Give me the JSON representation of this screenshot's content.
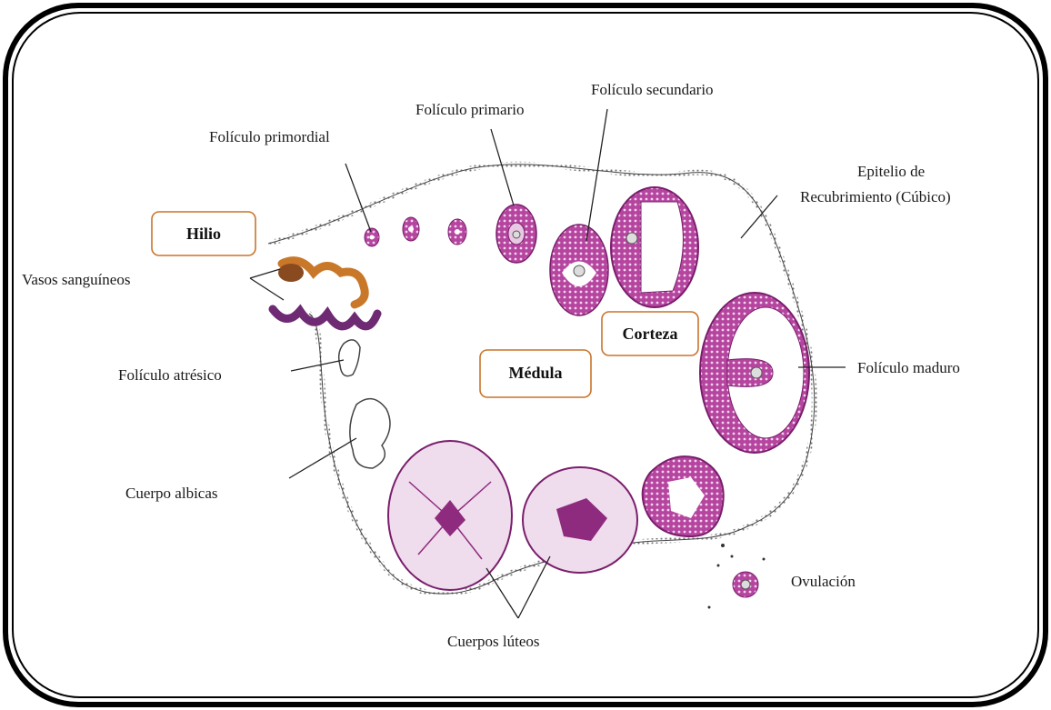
{
  "labels": {
    "primordial": "Folículo primordial",
    "primario": "Folículo primario",
    "secundario": "Folículo secundario",
    "epitelio_1": "Epitelio de",
    "epitelio_2": "Recubrimiento (Cúbico)",
    "vasos": "Vasos sanguíneos",
    "atresico": "Folículo atrésico",
    "albicas": "Cuerpo albicas",
    "luteos": "Cuerpos lúteos",
    "ovulacion": "Ovulación",
    "maduro": "Folículo maduro"
  },
  "boxes": {
    "hilio": "Hilio",
    "medula": "Médula",
    "corteza": "Corteza"
  },
  "colors": {
    "follicle": "#9b2a8a",
    "follicle_light": "#d9a6d1",
    "corpus_fill": "#efdcec",
    "corpus_core": "#8e2b7e",
    "vessel_orange": "#c9782a",
    "vessel_purple": "#6e2a72",
    "box_border": "#c8742c",
    "frame": "#000000"
  }
}
